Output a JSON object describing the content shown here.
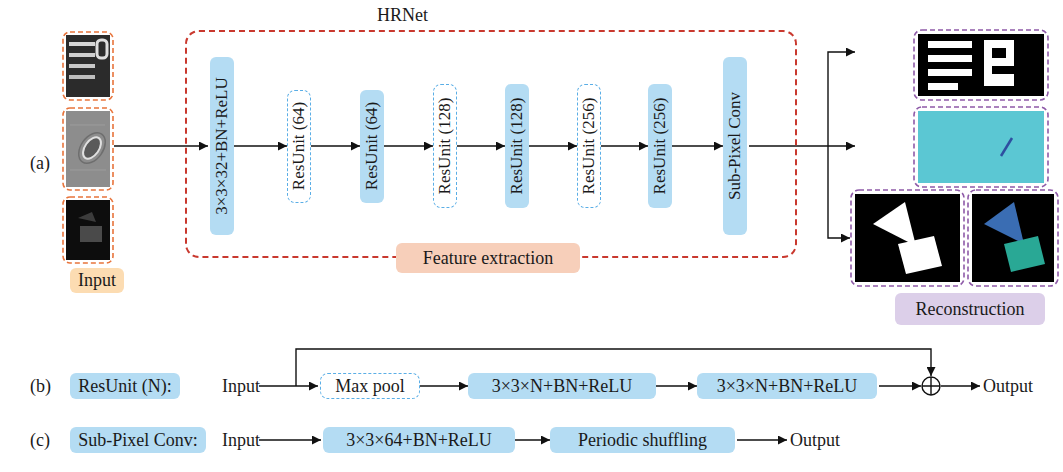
{
  "diagram": {
    "nodes": [
      {
        "text": [
          "HRNet"
        ]
      },
      {
        "text": [
          "3×3×32+BN+ReLU"
        ],
        "in": 0
      },
      {
        "text": [
          "ResUnit (64)"
        ],
        "in": 0
      },
      {
        "text": [
          "ResUnit (64)"
        ],
        "in": 0
      },
      {
        "text": [
          "ResUnit (128)"
        ],
        "in": 0
      },
      {
        "text": [
          "ResUnit (128)"
        ],
        "in": 0
      },
      {
        "text": [
          "ResUnit (256)"
        ],
        "in": 0
      },
      {
        "text": [
          "ResUnit (256)"
        ],
        "in": 0
      },
      {
        "text": [
          "Sub-Pixel Conv"
        ],
        "in": 0
      },
      {
        "text": [
          "Input"
        ]
      },
      {
        "text": [
          "Feature extraction"
        ],
        "in": 0
      },
      {
        "text": [
          "Reconstruction"
        ]
      },
      {
        "text": [
          "ResUnit (N):"
        ]
      },
      {
        "text": [
          "Max pool"
        ]
      },
      {
        "text": [
          "3×3×N+BN+ReLU"
        ]
      },
      {
        "text": [
          "3×3×N+BN+ReLU"
        ]
      },
      {
        "text": [
          "Sub-Pixel Conv:"
        ]
      },
      {
        "text": [
          "3×3×64+BN+ReLU"
        ]
      },
      {
        "text": [
          "Periodic shuffling"
        ]
      }
    ],
    "edges": [
      {
        "from": 1,
        "to": 2,
        "arrow": "to"
      },
      {
        "from": 2,
        "to": 3,
        "arrow": "to"
      },
      {
        "from": 3,
        "to": 4,
        "arrow": "to"
      },
      {
        "from": 4,
        "to": 5,
        "arrow": "to"
      },
      {
        "from": 5,
        "to": 6,
        "arrow": "to"
      },
      {
        "from": 6,
        "to": 7,
        "arrow": "to"
      },
      {
        "from": 7,
        "to": 8,
        "arrow": "to"
      },
      {
        "from": 13,
        "to": 14,
        "arrow": "to"
      },
      {
        "from": 14,
        "to": 15,
        "arrow": "to"
      },
      {
        "from": 17,
        "to": 18,
        "arrow": "to"
      }
    ],
    "labels": [
      "(a)",
      "(b)",
      "Input",
      "Output",
      "(c)",
      "Input",
      "Output"
    ]
  }
}
